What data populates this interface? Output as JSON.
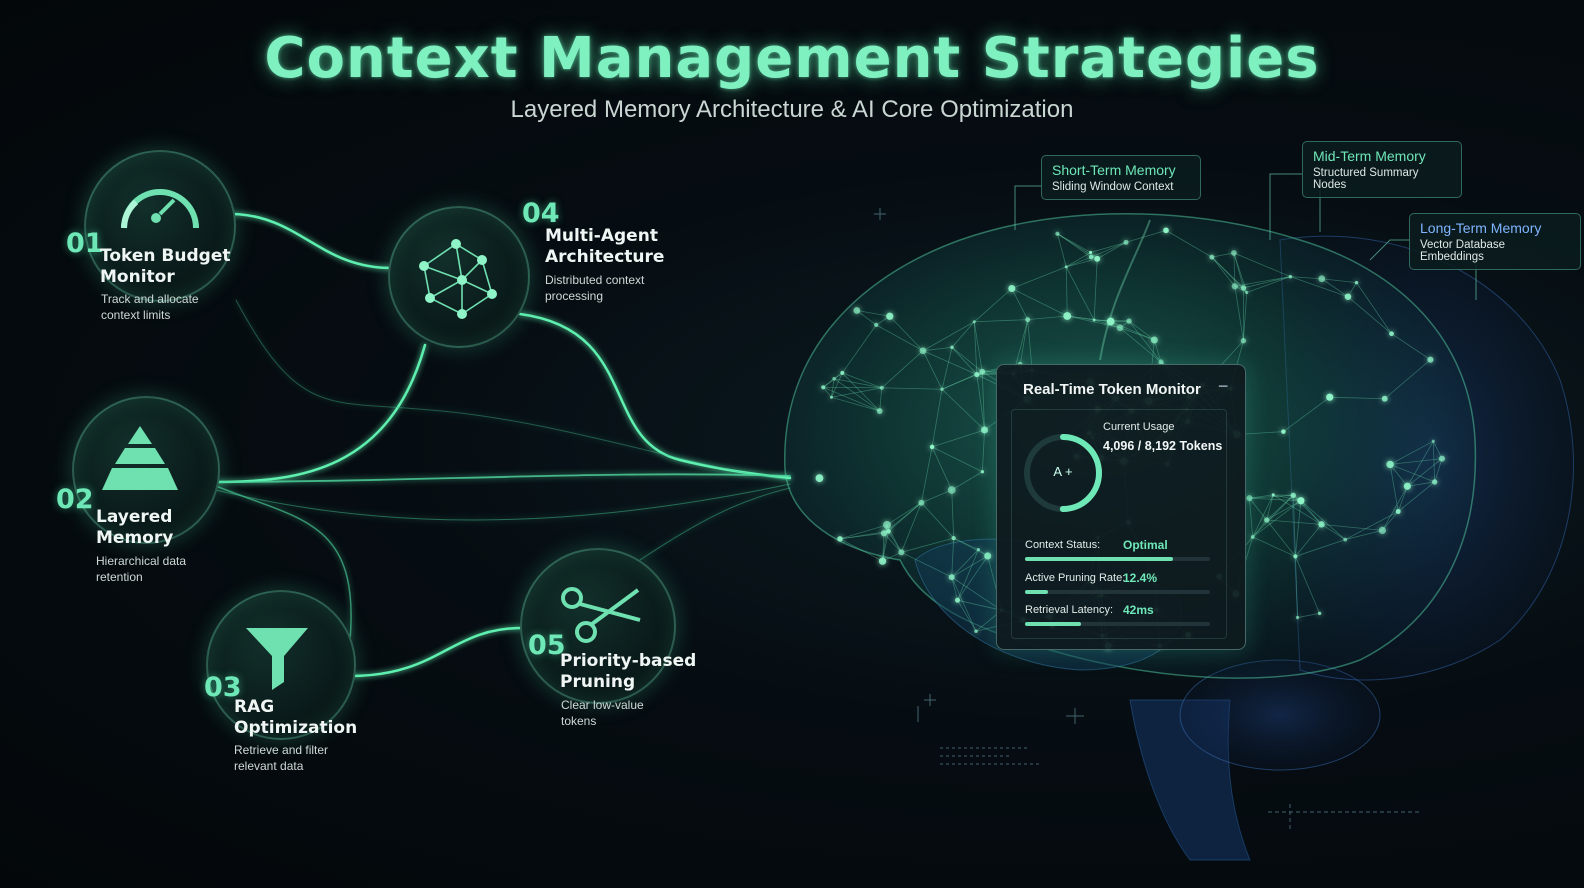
{
  "header": {
    "title": "Context Management Strategies",
    "subtitle": "Layered Memory Architecture & AI Core Optimization"
  },
  "strategies": [
    {
      "num": "01",
      "label_lines": [
        "Token Budget",
        "Monitor"
      ],
      "desc_lines": [
        "Track and allocate",
        "context limits"
      ],
      "icon": "gauge-icon"
    },
    {
      "num": "02",
      "label_lines": [
        "Layered",
        "Memory"
      ],
      "desc_lines": [
        "Hierarchical data",
        "retention"
      ],
      "icon": "pyramid-icon"
    },
    {
      "num": "03",
      "label_lines": [
        "RAG",
        "Optimization"
      ],
      "desc_lines": [
        "Retrieve and filter",
        "relevant data"
      ],
      "icon": "funnel-icon"
    },
    {
      "num": "04",
      "label_lines": [
        "Multi-Agent",
        "Architecture"
      ],
      "desc_lines": [
        "Distributed context",
        "processing"
      ],
      "icon": "network-graph-icon"
    },
    {
      "num": "05",
      "label_lines": [
        "Priority-based",
        "Pruning"
      ],
      "desc_lines": [
        "Clear low-value",
        "tokens"
      ],
      "icon": "scissors-icon"
    }
  ],
  "memory_layers": [
    {
      "title": "Short-Term Memory",
      "sub": "Sliding Window Context"
    },
    {
      "title": "Mid-Term Memory",
      "sub": "Structured Summary Nodes"
    },
    {
      "title": "Long-Term Memory",
      "sub": "Vector Database Embeddings"
    }
  ],
  "monitor": {
    "title": "Real-Time Token Monitor",
    "ring_label": "A  +",
    "current_usage_label": "Current Usage",
    "current_usage_value": "4,096 / 8,192 Tokens",
    "usage_fraction": 0.5,
    "rows": [
      {
        "label": "Context Status:",
        "value": "Optimal",
        "fill_fraction": 0.8
      },
      {
        "label": "Active Pruning Rate:",
        "value": "12.4%",
        "fill_fraction": 0.124
      },
      {
        "label": "Retrieval Latency:",
        "value": "42ms",
        "fill_fraction": 0.3
      }
    ]
  },
  "colors": {
    "accent": "#6fe8b8",
    "blue": "#7fb4ff",
    "background": "#05090c"
  }
}
